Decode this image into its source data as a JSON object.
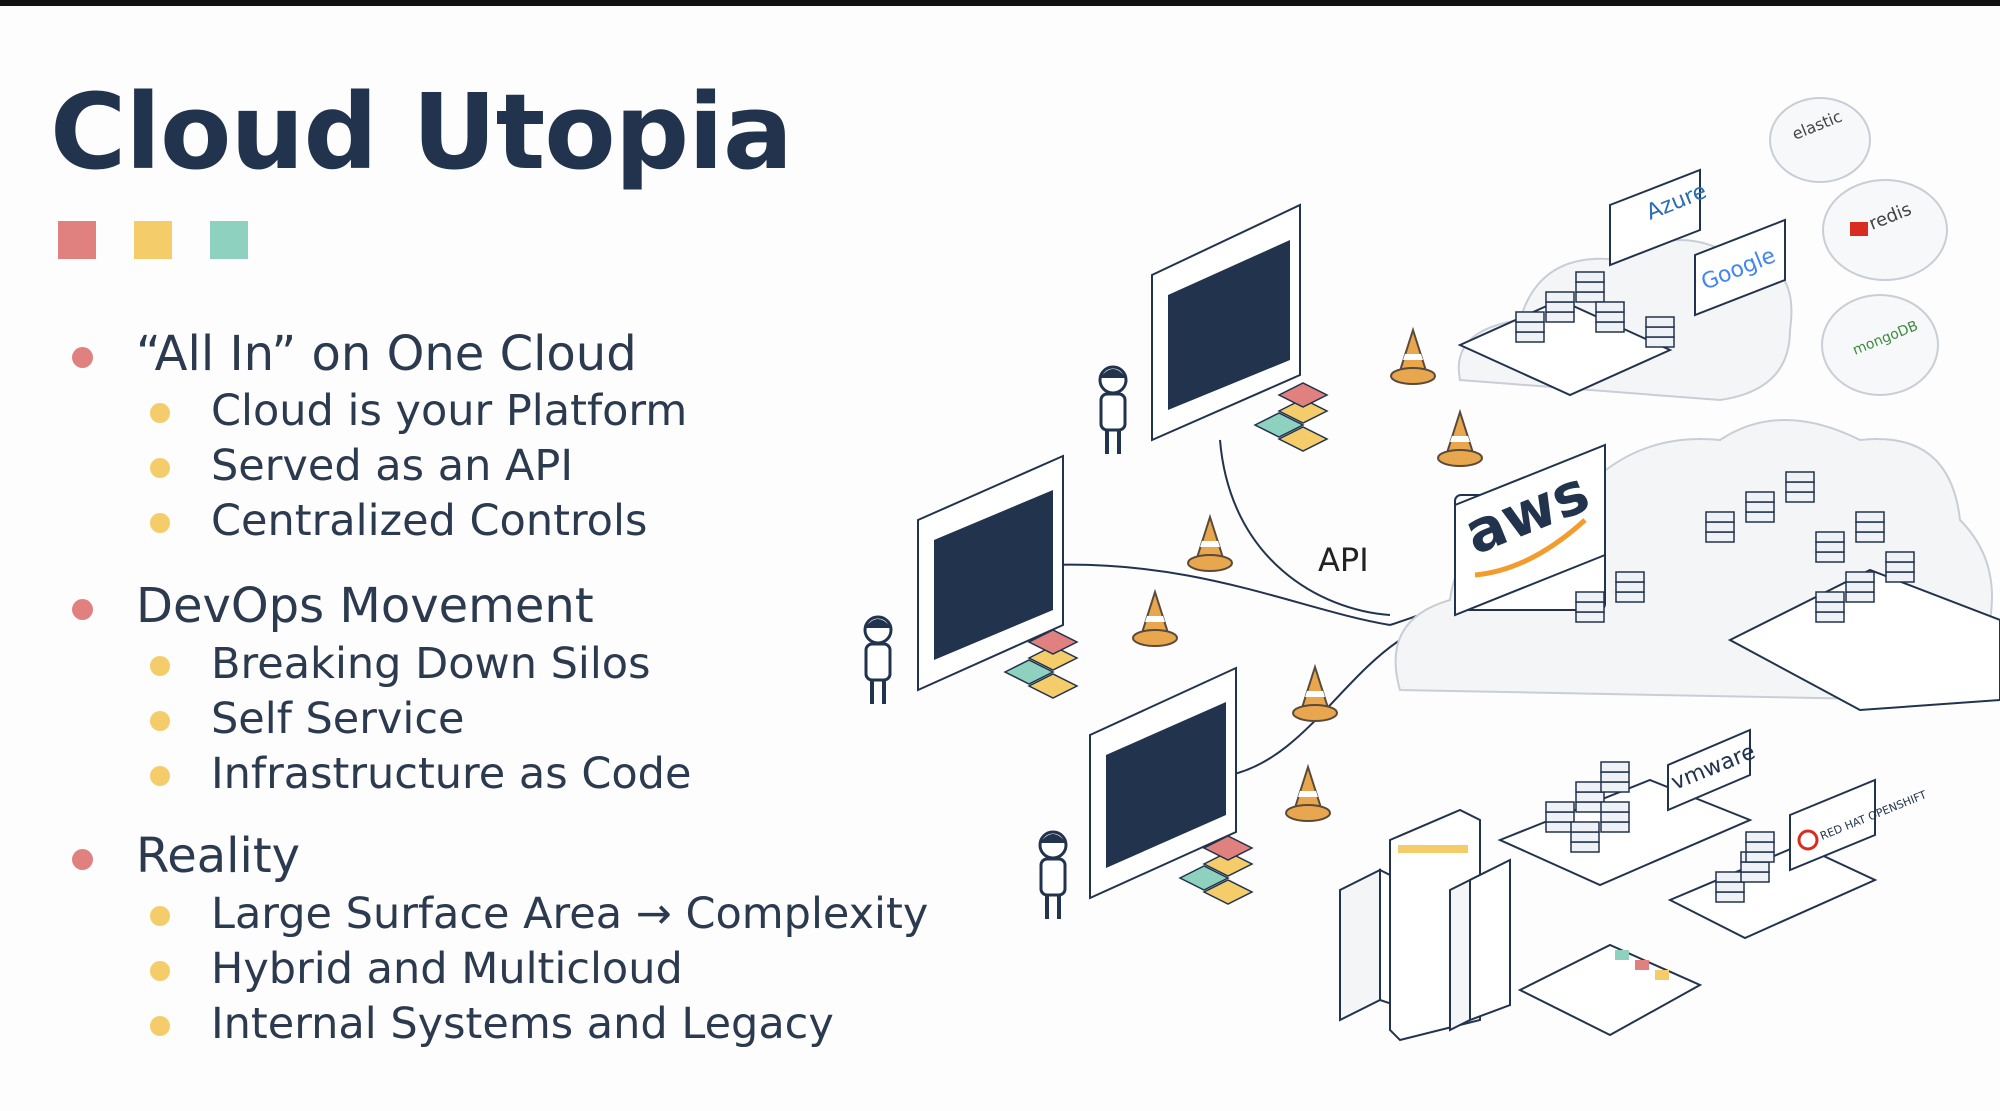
{
  "slide": {
    "title": "Cloud Utopia",
    "swatch_colors": [
      "#e0817f",
      "#f4cd6a",
      "#8fd1bf"
    ]
  },
  "bullets": [
    {
      "text": "“All In” on One Cloud",
      "sub": [
        "Cloud is your Platform",
        "Served as an API",
        "Centralized Controls"
      ]
    },
    {
      "text": "DevOps Movement",
      "sub": [
        "Breaking Down Silos",
        "Self Service",
        "Infrastructure as Code"
      ]
    },
    {
      "text": "Reality",
      "sub": [
        "Large Surface Area → Complexity",
        "Hybrid and Multicloud",
        "Internal Systems and Legacy"
      ]
    }
  ],
  "illustration": {
    "api_label": "API",
    "logos": {
      "aws": "aws",
      "azure": "Azure",
      "google": "Google",
      "elastic": "elastic",
      "redis": "redis",
      "mongodb": "mongoDB",
      "vmware": "vmware",
      "openshift": "RED HAT OPENSHIFT"
    },
    "icons": [
      "terminal-window-icon",
      "person-icon",
      "traffic-cone-icon",
      "server-stack-icon",
      "cloud-icon",
      "building-icon"
    ]
  },
  "colors": {
    "title": "#22334d",
    "text": "#2c3a4f",
    "primary_bullet": "#e0817f",
    "secondary_bullet": "#f4cd6a",
    "navy": "#22334d",
    "cone": "#e8a64f",
    "aws_orange": "#f39c2c"
  }
}
